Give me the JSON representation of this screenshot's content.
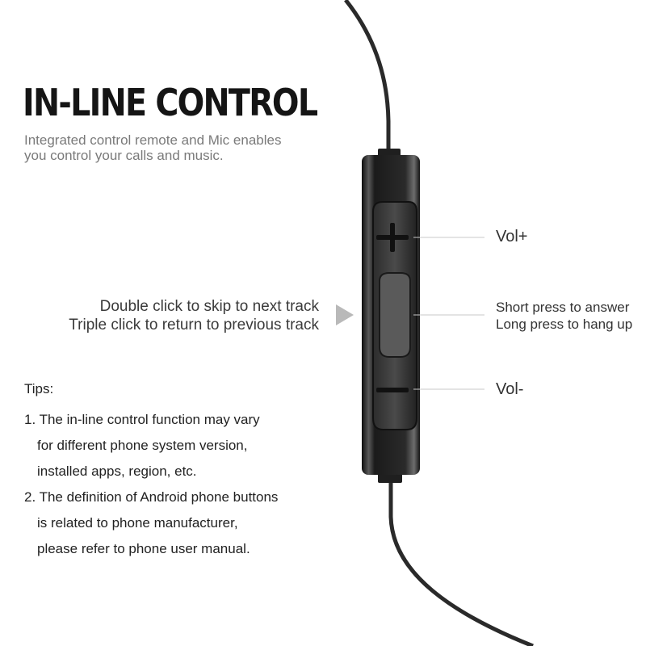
{
  "header": {
    "title": "IN-LINE CONTROL",
    "subtitle_line1": "Integrated control remote and Mic enables",
    "subtitle_line2": "you control your calls and music."
  },
  "left_note": {
    "line1": "Double click to skip to next track",
    "line2": "Triple click to return to previous track"
  },
  "labels": {
    "vol_plus": "Vol+",
    "center_line1": "Short press to answer",
    "center_line2": "Long press to hang up",
    "vol_minus": "Vol-"
  },
  "tips": {
    "heading": "Tips:",
    "lines": [
      "1. The in-line control function may vary",
      "for different phone system version,",
      "installed apps, region, etc.",
      "2. The definition of Android phone buttons",
      "is related to phone manufacturer,",
      "please refer to phone user manual."
    ]
  },
  "colors": {
    "title": "#151515",
    "subtitle": "#7a7a7a",
    "body_text": "#333333",
    "arrow": "#b9b9b9",
    "device_dark": "#1a1a1a",
    "callout_line": "#c8c8c8"
  },
  "icons": [
    "plus-icon",
    "minus-icon",
    "play-arrow-icon"
  ]
}
